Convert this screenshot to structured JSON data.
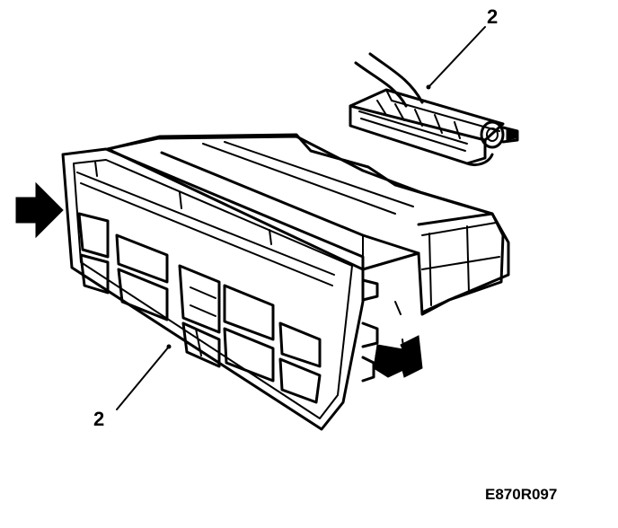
{
  "diagram": {
    "callouts": [
      {
        "label": "2",
        "target": "wiring-connector"
      },
      {
        "label": "2",
        "target": "control-panel"
      }
    ],
    "figure_code": "E870R097"
  }
}
